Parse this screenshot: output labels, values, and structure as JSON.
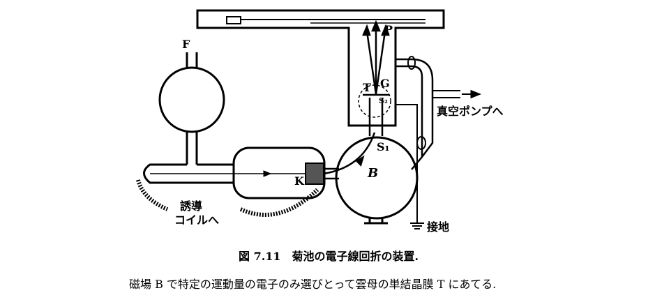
{
  "labels": {
    "F": "F",
    "P": "P",
    "G": "G",
    "T": "T",
    "S2": "S₂",
    "S1": "S₁",
    "B": "B",
    "K": "K",
    "pump": "真空ポンプへ",
    "ground": "接地",
    "coil_line1": "誘導",
    "coil_line2": "コイルへ"
  },
  "caption": {
    "title": "図 7.11　菊池の電子線回折の装置.",
    "body": "磁場 B で特定の運動量の電子のみ選びとって雲母の単結晶膜 T にあてる."
  }
}
